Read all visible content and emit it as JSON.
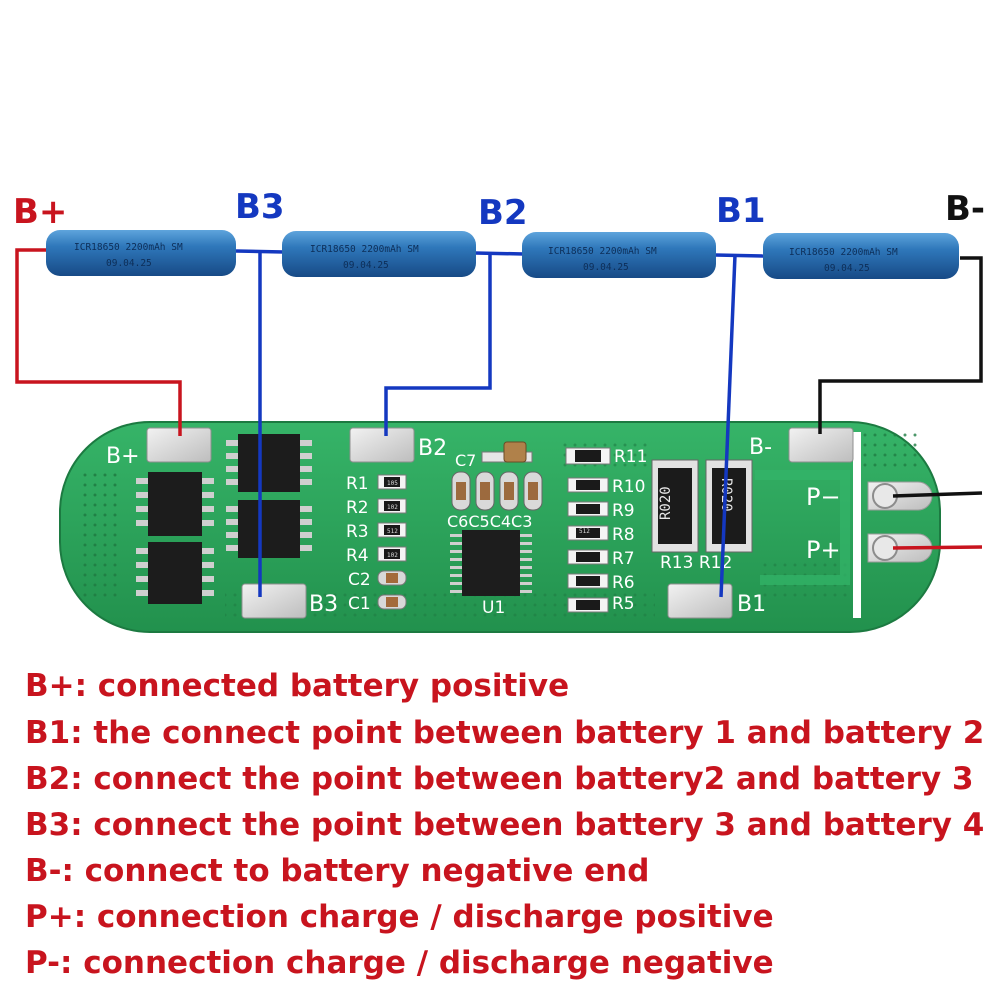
{
  "terminals": {
    "b_plus": "B+",
    "b3": "B3",
    "b2": "B2",
    "b1": "B1",
    "b_minus": "B-"
  },
  "cells": [
    {
      "line1": "ICR18650 2200mAh SM",
      "line2": "09.04.25"
    },
    {
      "line1": "ICR18650 2200mAh SM",
      "line2": "09.04.25"
    },
    {
      "line1": "ICR18650 2200mAh SM",
      "line2": "09.04.25"
    },
    {
      "line1": "ICR18650 2200mAh SM",
      "line2": "09.04.25"
    }
  ],
  "board": {
    "pad_b_plus": "B+",
    "pad_b3": "B3",
    "pad_b2": "B2",
    "pad_b1": "B1",
    "pad_b_minus": "B-",
    "pad_p_minus": "P−",
    "pad_p_plus": "P+",
    "resistors_left": [
      "R1",
      "R2",
      "R3",
      "R4"
    ],
    "caps_left": [
      "C2",
      "C1"
    ],
    "resistors_right": [
      "R11",
      "R10",
      "R9",
      "R8",
      "R7",
      "R6",
      "R5"
    ],
    "caps_top": "C7",
    "caps_row": "C6C5C4C3",
    "ic_label": "U1",
    "shunt_left": "R020",
    "shunt_right": "R020",
    "shunt_labels": "R13 R12",
    "smd_marks": [
      "105",
      "102",
      "512",
      "102",
      "512"
    ]
  },
  "descriptions": [
    "B+: connected battery positive",
    "B1: the connect point between battery 1 and battery 2",
    "B2: connect the point between battery2 and battery 3",
    "B3: connect the point between battery 3 and battery 4",
    "B-: connect to battery negative end",
    "P+: connection charge / discharge positive",
    "P-: connection charge / discharge negative"
  ],
  "colors": {
    "wire_positive": "#c8141e",
    "wire_tap": "#1438c0",
    "wire_negative": "#111111",
    "pcb": "#2aa55a",
    "cell": "#2b6fb0",
    "description_text": "#c8141e"
  }
}
